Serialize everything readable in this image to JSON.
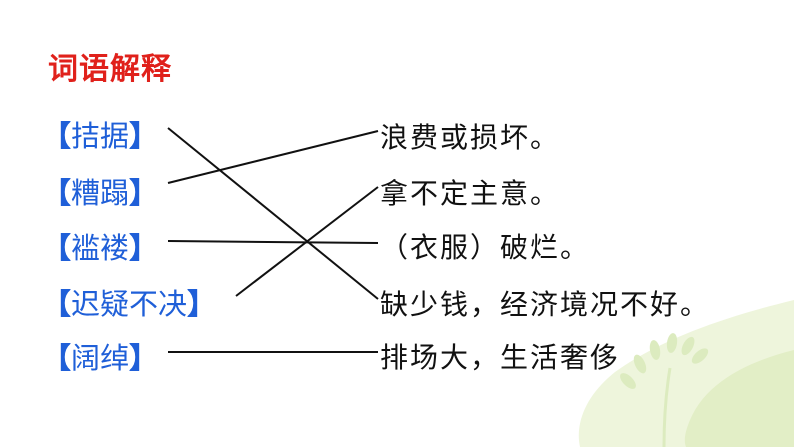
{
  "title": "词语解释",
  "terms": [
    {
      "open": "【",
      "text": "拮据",
      "close": "】"
    },
    {
      "open": "【",
      "text": "糟蹋",
      "close": "】"
    },
    {
      "open": "【",
      "text": "褴褛",
      "close": "】"
    },
    {
      "open": "【",
      "text": "迟疑不决",
      "close": "】"
    },
    {
      "open": "【",
      "text": "阔绰",
      "close": "】"
    }
  ],
  "definitions": [
    "浪费或损坏。",
    "拿不定主意。",
    "（衣服）破烂。",
    "缺少钱，经济境况不好。",
    "排场大，生活奢侈"
  ],
  "matches": [
    [
      0,
      3
    ],
    [
      1,
      0
    ],
    [
      2,
      2
    ],
    [
      3,
      1
    ],
    [
      4,
      4
    ]
  ],
  "colors": {
    "title": "#e0211b",
    "term": "#1f5fd8",
    "line": "#111111",
    "decor": "#e6f0cf"
  }
}
